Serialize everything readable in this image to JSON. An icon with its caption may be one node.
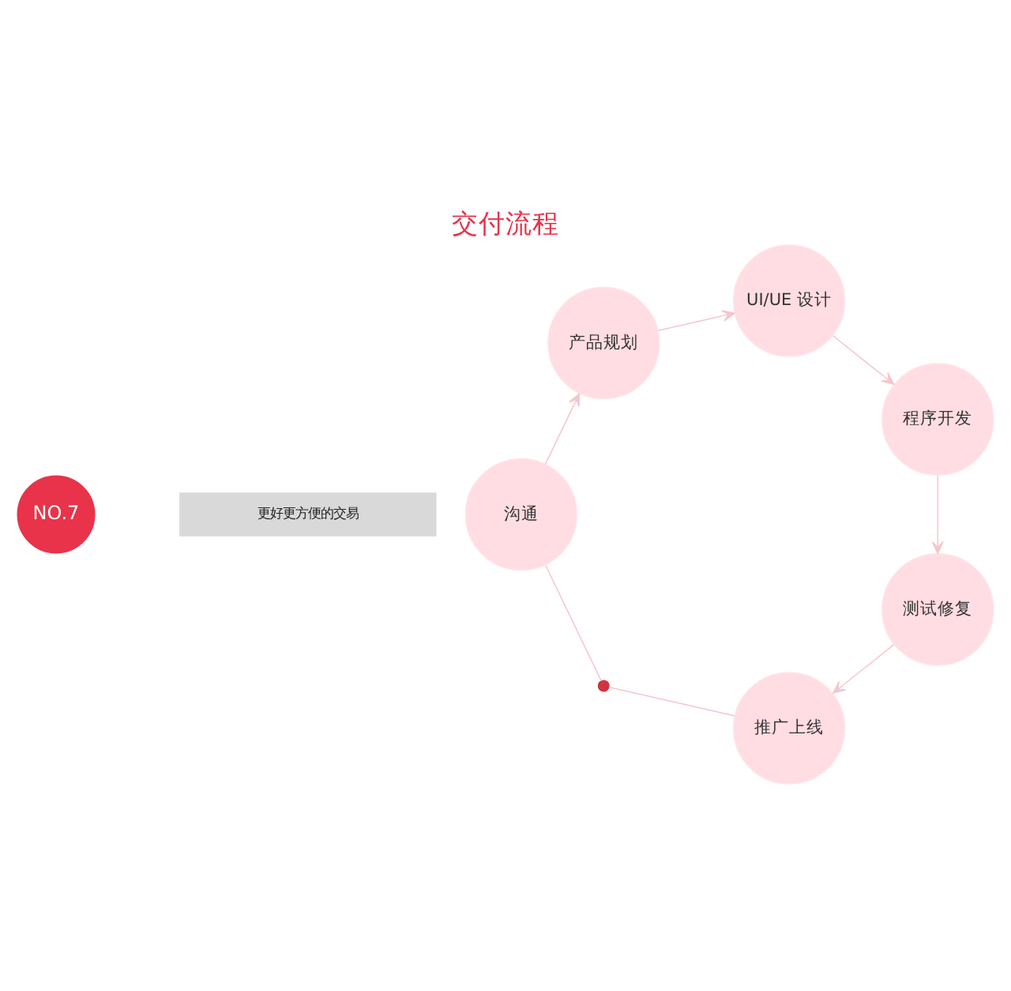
{
  "diagram": {
    "title": "交付流程",
    "nodes": [
      {
        "text": [
          "NO.7"
        ]
      },
      {
        "text": [
          "更好更方便的交易"
        ]
      },
      {
        "text": [
          "沟通"
        ]
      },
      {
        "text": [
          "产品规划"
        ]
      },
      {
        "text": [
          "UI/UE 设计"
        ]
      },
      {
        "text": [
          "程序开发"
        ]
      },
      {
        "text": [
          "测试修复"
        ]
      },
      {
        "text": [
          "推广上线"
        ]
      },
      {
        "text": [],
        "shape": "circle"
      }
    ],
    "edges": [
      {
        "from": 2,
        "to": 3,
        "arrow": "to"
      },
      {
        "from": 3,
        "to": 4,
        "arrow": "to"
      },
      {
        "from": 4,
        "to": 5,
        "arrow": "to"
      },
      {
        "from": 5,
        "to": 6,
        "arrow": "to"
      },
      {
        "from": 6,
        "to": 7,
        "arrow": "to"
      },
      {
        "from": 7,
        "to": 8,
        "arrow": "none"
      },
      {
        "from": 8,
        "to": 2,
        "arrow": "none"
      }
    ]
  }
}
